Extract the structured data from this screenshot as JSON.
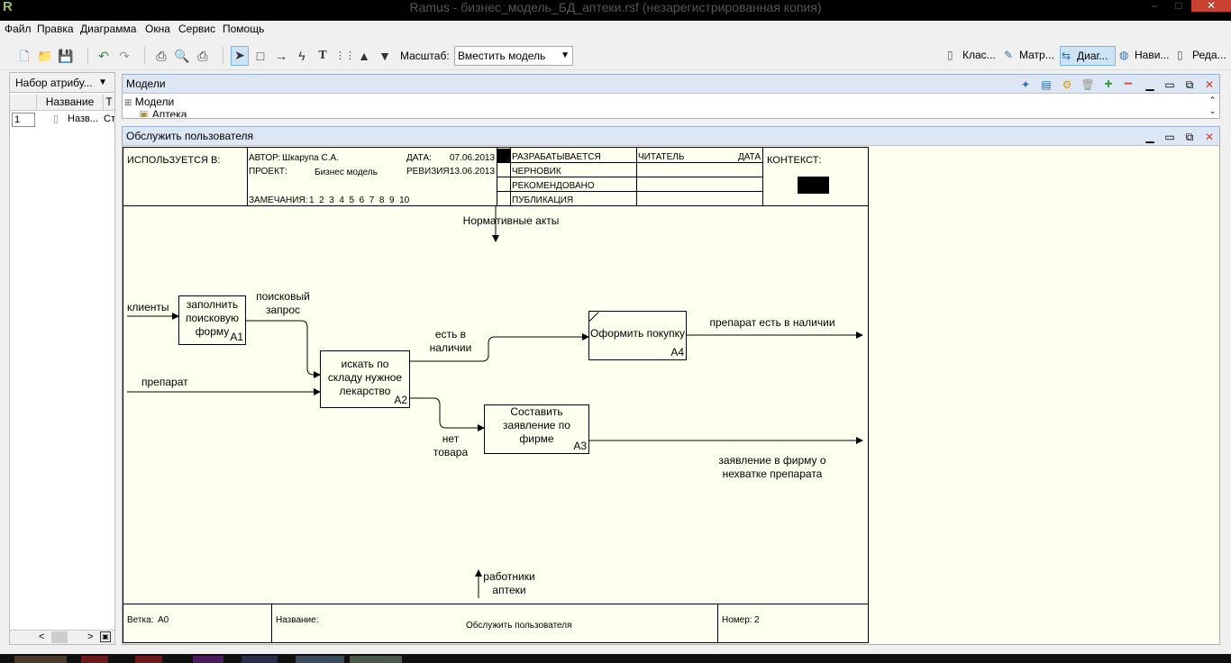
{
  "window": {
    "title": "Ramus - бизнес_модель_БД_аптеки.rsf (незарегистрированная копия)"
  },
  "menu": [
    "Файл",
    "Правка",
    "Диаграмма",
    "Окна",
    "Сервис",
    "Помощь"
  ],
  "toolbar": {
    "zoom_label": "Масштаб:",
    "zoom_value": "Вместить модель",
    "right_buttons": [
      "Клас...",
      "Матр...",
      "Диаг...",
      "Нави...",
      "Реда..."
    ]
  },
  "left_panel": {
    "title": "Набор атрибу...",
    "columns": [
      "Название",
      "Т"
    ],
    "row": {
      "index": "1",
      "name": "Назв...",
      "type": "Ст"
    }
  },
  "models_panel": {
    "title": "Модели",
    "tree_root": "Модели",
    "tree_child": "Аптека"
  },
  "diagram_panel": {
    "title": "Обслужить пользователя",
    "header": {
      "used_in": "ИСПОЛЬЗУЕТСЯ В:",
      "author_label": "АВТОР:",
      "author": "Шкарупа С.А.",
      "project_label": "ПРОЕКТ:",
      "project": "Бизнес модель",
      "notes_label": "ЗАМЕЧАНИЯ:",
      "notes_numbers": "1  2  3  4  5  6  7  8  9  10",
      "date_label": "ДАТА:",
      "date": "07.06.2013",
      "revision_label": "РЕВИЗИЯ:",
      "revision": "13.06.2013",
      "status": [
        "РАЗРАБАТЫВАЕТСЯ",
        "ЧЕРНОВИК",
        "РЕКОМЕНДОВАНО",
        "ПУБЛИКАЦИЯ"
      ],
      "reader_label": "ЧИТАТЕЛЬ",
      "reader_date_label": "ДАТА",
      "context_label": "КОНТЕКСТ:"
    },
    "footer": {
      "node_label": "Ветка:",
      "node": "A0",
      "name_label": "Название:",
      "name": "Обслужить пользователя",
      "number_label": "Номер:",
      "number": "2"
    },
    "boxes": [
      {
        "label": "заполнить поисковую форму",
        "num": "A1"
      },
      {
        "label": "искать по складу нужное лекарство",
        "num": "A2"
      },
      {
        "label": "Составить заявление по фирме",
        "num": "A3"
      },
      {
        "label": "Оформить покупку",
        "num": "A4"
      }
    ],
    "arrows": {
      "control": "Нормативные акты",
      "input_clients": "клиенты",
      "search_request": "поисковый запрос",
      "input_drug": "препарат",
      "in_stock": "есть в наличии",
      "not_in_stock": "нет товара",
      "output_available": "препарат есть в наличии",
      "output_statement": "заявление в фирму о нехватке препарата",
      "mechanism": "работники аптеки"
    }
  }
}
